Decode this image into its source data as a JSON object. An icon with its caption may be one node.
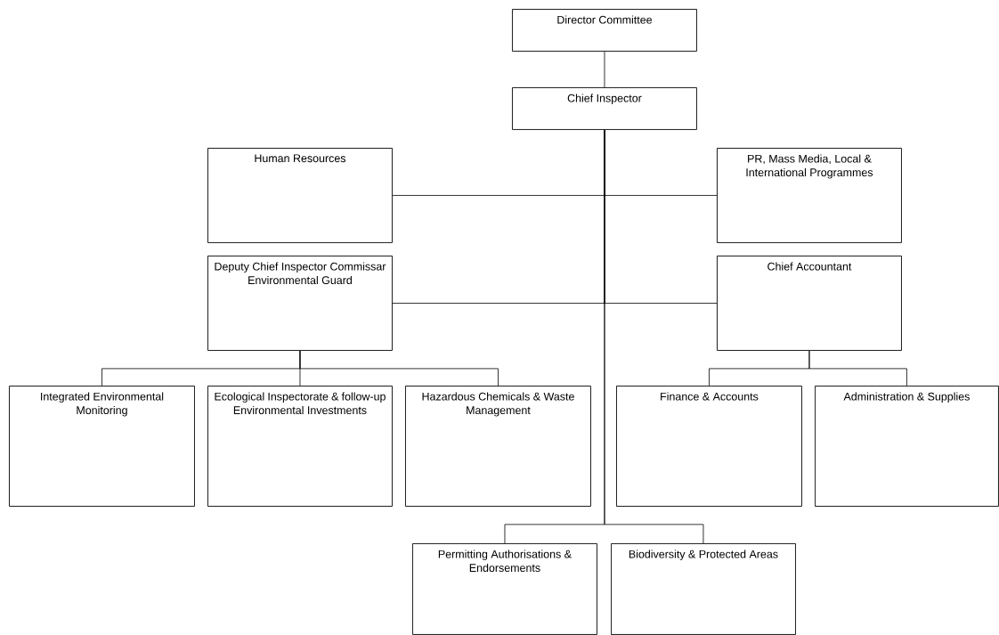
{
  "diagram": {
    "nodes": [
      {
        "text": [
          "Director Committee"
        ]
      },
      {
        "text": [
          "Chief Inspector"
        ]
      },
      {
        "text": [
          "Human Resources"
        ]
      },
      {
        "text": [
          "PR, Mass Media, Local & International Programmes"
        ]
      },
      {
        "text": [
          "Deputy Chief Inspector Commissar Environmental Guard"
        ]
      },
      {
        "text": [
          "Chief Accountant"
        ]
      },
      {
        "text": [
          "Integrated Environmental Monitoring"
        ]
      },
      {
        "text": [
          "Ecological Inspectorate & follow-up Environmental Investments"
        ]
      },
      {
        "text": [
          "Hazardous Chemicals & Waste Management"
        ]
      },
      {
        "text": [
          "Finance & Accounts"
        ]
      },
      {
        "text": [
          "Administration & Supplies"
        ]
      },
      {
        "text": [
          "Permitting Authorisations & Endorsements"
        ]
      },
      {
        "text": [
          "Biodiversity & Protected Areas"
        ]
      }
    ],
    "edges": [
      {
        "from": 0,
        "to": 1,
        "arrow": "none"
      },
      {
        "from": 1,
        "to": 2,
        "arrow": "none"
      },
      {
        "from": 1,
        "to": 3,
        "arrow": "none"
      },
      {
        "from": 1,
        "to": 4,
        "arrow": "none"
      },
      {
        "from": 1,
        "to": 5,
        "arrow": "none"
      },
      {
        "from": 1,
        "to": 11,
        "arrow": "none"
      },
      {
        "from": 1,
        "to": 12,
        "arrow": "none"
      },
      {
        "from": 4,
        "to": 6,
        "arrow": "none"
      },
      {
        "from": 4,
        "to": 7,
        "arrow": "none"
      },
      {
        "from": 4,
        "to": 8,
        "arrow": "none"
      },
      {
        "from": 5,
        "to": 9,
        "arrow": "none"
      },
      {
        "from": 5,
        "to": 10,
        "arrow": "none"
      }
    ]
  }
}
